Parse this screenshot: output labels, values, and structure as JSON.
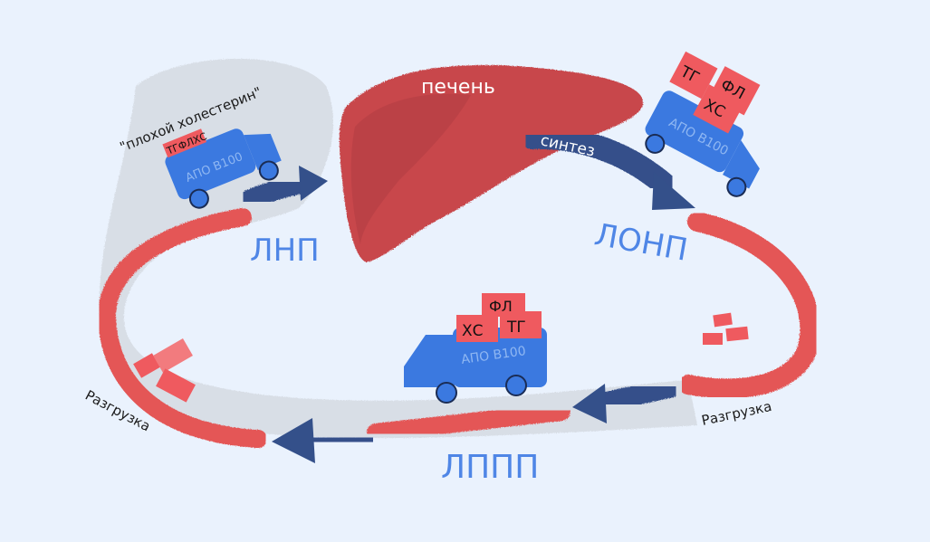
{
  "labels": {
    "liver": "печень",
    "synthesis": "синтез",
    "lonp": "ЛОНП",
    "lpp": "ЛППП",
    "lnp": "ЛНП",
    "bad_cholesterol": "\"плохой холестерин\"",
    "unload_right": "Разгрузка",
    "unload_left": "Разгрузка"
  },
  "truck_right": {
    "apo": "АПО В100",
    "cargo_tg": "ТГ",
    "cargo_fl": "ФЛ",
    "cargo_xc": "ХС"
  },
  "truck_middle": {
    "apo": "АПО В100",
    "cargo_fl": "ФЛ",
    "cargo_xc": "ХС",
    "cargo_tg": "ТГ"
  },
  "truck_left": {
    "apo": "АПО В100",
    "cargo": "ТГФЛХС"
  },
  "colors": {
    "background": "#eaf2fd",
    "liver": "#c8474c",
    "arrow": "#34508a",
    "label_blue": "#4f86e6",
    "truck": "#3b79e0",
    "path_red": "#e45757",
    "cargo_red": "#ef5a5f",
    "haze": "#d6dbe3"
  }
}
